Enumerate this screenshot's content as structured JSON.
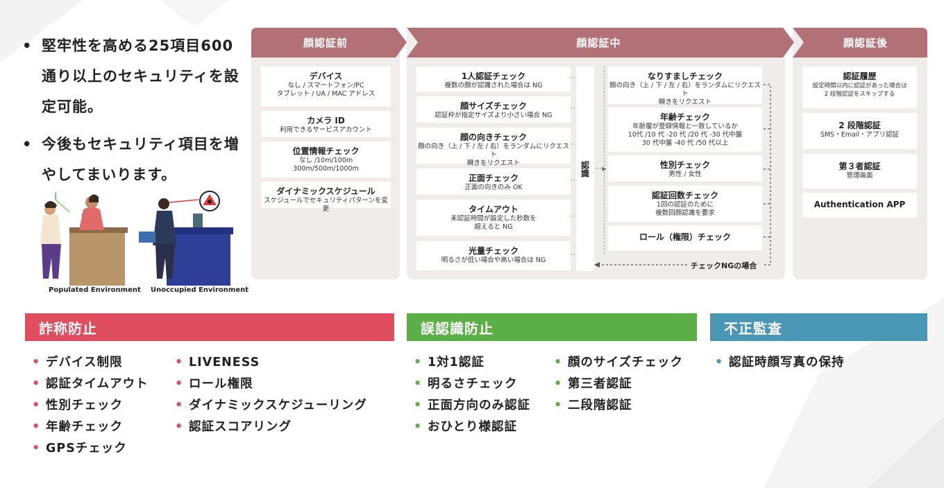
{
  "intro": {
    "bullets": [
      "堅牢性を高める25項目600通り以上のセキュリティを設定可能。",
      "今後もセキュリティ項目を増やしてまいります。"
    ]
  },
  "illustration": {
    "captions": [
      "Populated Environment",
      "Unoccupied Environment"
    ]
  },
  "flow": {
    "stages": [
      "顔認証前",
      "顔認証中",
      "顔認証後"
    ],
    "before": [
      {
        "title": "デバイス",
        "desc": [
          "なし / スマートフォン/PC",
          "タブレット / UA / MAC アドレス"
        ]
      },
      {
        "title": "カメラ ID",
        "desc": [
          "利用できるサービスアカウント"
        ]
      },
      {
        "title": "位置情報チェック",
        "desc": [
          "なし /10m/100m",
          "300m/500m/1000m"
        ]
      },
      {
        "title": "ダイナミックスケジュール",
        "desc": [
          "スケジュールでセキュリティパターンを変更"
        ]
      }
    ],
    "during_left": [
      {
        "title": "1人認証チェック",
        "desc": [
          "複数の顔が認識された場合は NG"
        ]
      },
      {
        "title": "顔サイズチェック",
        "desc": [
          "認証枠が指定サイズより小さい場合 NG"
        ]
      },
      {
        "title": "顔の向きチェック",
        "desc": [
          "顔の向き（上 / 下 / 左 / 右）をランダムにリクエスト",
          "瞬きをリクエスト"
        ]
      },
      {
        "title": "正面チェック",
        "desc": [
          "正面の向きのみ OK"
        ]
      },
      {
        "title": "タイムアウト",
        "desc": [
          "未認証時間が設定した秒数を",
          "超えると NG"
        ]
      },
      {
        "title": "光量チェック",
        "desc": [
          "明るさが低い場合や高い場合は NG"
        ]
      }
    ],
    "recognition_label": "認識",
    "during_right": [
      {
        "title": "なりすましチェック",
        "desc": [
          "顔の向き（上 / 下 / 左 / 右）をランダムにリクエスト",
          "瞬きをリクエスト"
        ]
      },
      {
        "title": "年齢チェック",
        "desc": [
          "年齢層が登録情報と一致しているか",
          "10代 /10 代 -20 代 /20 代 -30 代中盤",
          "30 代中盤 -40 代 /50 代以上"
        ]
      },
      {
        "title": "性別チェック",
        "desc": [
          "男性 / 女性"
        ]
      },
      {
        "title": "認証回数チェック",
        "desc": [
          "1回の認証のために",
          "複数回顔認識を要求"
        ]
      },
      {
        "title": "ロール（権限）チェック",
        "desc": []
      }
    ],
    "ng_label": "チェックNGの場合",
    "after": [
      {
        "title": "認証履歴",
        "desc": [
          "設定時間以内に認証があった場合は",
          "2 段階認証をスキップする"
        ]
      },
      {
        "title": "2 段階認証",
        "desc": [
          "SMS・Email・アプリ認証"
        ]
      },
      {
        "title": "第３者認証",
        "desc": [
          "管理画面"
        ]
      },
      {
        "title": "Authentication APP",
        "desc": []
      }
    ]
  },
  "categories": [
    {
      "title": "詐称防止",
      "color": "#e04d5f",
      "columns": [
        [
          "デバイス制限",
          "認証タイムアウト",
          "性別チェック",
          "年齢チェック",
          "GPSチェック"
        ],
        [
          "LIVENESS",
          "ロール権限",
          "ダイナミックスケジューリング",
          "認証スコアリング"
        ]
      ]
    },
    {
      "title": "誤認識防止",
      "color": "#5cae47",
      "columns": [
        [
          "1対1認証",
          "明るさチェック",
          "正面方向のみ認証",
          "おひとり様認証"
        ],
        [
          "顔のサイズチェック",
          "第三者認証",
          "二段階認証"
        ]
      ]
    },
    {
      "title": "不正監査",
      "color": "#4a97b5",
      "columns": [
        [
          "認証時顔写真の保持"
        ]
      ]
    }
  ],
  "colors": {
    "header": "#b27077",
    "panel": "#f1ecec"
  }
}
